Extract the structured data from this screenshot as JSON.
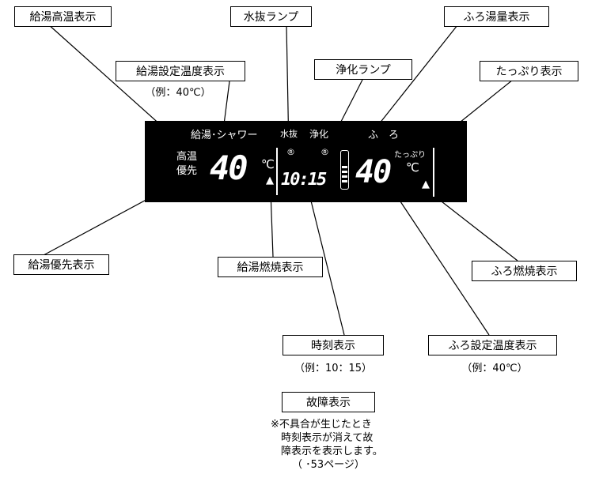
{
  "labels": {
    "hot_high_temp": "給湯高温表示",
    "water_drain_lamp": "水抜ランプ",
    "bath_level": "ふろ湯量表示",
    "hot_set_temp": "給湯設定温度表示",
    "hot_set_temp_example": "（例：40℃）",
    "purify_lamp": "浄化ランプ",
    "plenty": "たっぷり表示",
    "hot_priority": "給湯優先表示",
    "hot_combustion": "給湯燃焼表示",
    "bath_combustion": "ふろ燃焼表示",
    "clock": "時刻表示",
    "clock_example": "（例：10：15）",
    "bath_set_temp": "ふろ設定温度表示",
    "bath_set_temp_example": "（例：40℃）",
    "fault": "故障表示"
  },
  "fault_note": {
    "line1": "※不具合が生じたとき",
    "line2": "時刻表示が消えて故",
    "line3": "障表示を表示します。",
    "line4": "（ ･53ページ）"
  },
  "panel": {
    "header_hot": "給湯･シャワー",
    "header_drain": "水抜",
    "header_purify": "浄化",
    "header_bath": "ふ　ろ",
    "high_temp_line1": "高温",
    "high_temp_line2": "優先",
    "hot_temp": "40",
    "celsius1": "℃",
    "clock": "10:15",
    "bath_temp": "40",
    "celsius2": "℃",
    "plenty_text": "たっぷり",
    "drain_led": "®",
    "purify_led": "®",
    "flame1": "▲",
    "flame2": "▲"
  }
}
